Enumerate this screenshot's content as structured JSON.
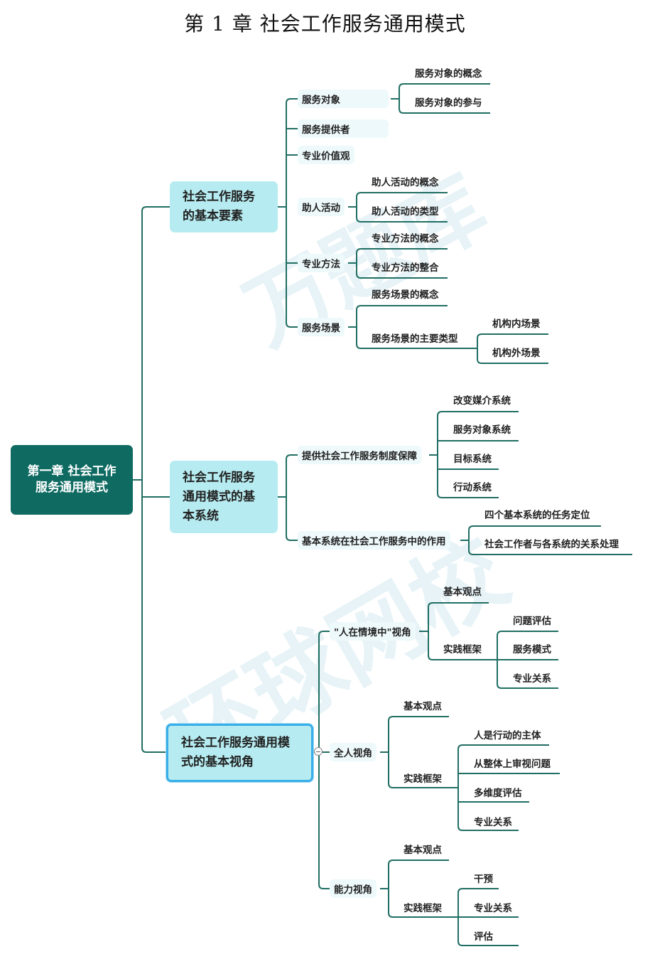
{
  "title": "第 1 章  社会工作服务通用模式",
  "watermarks": [
    "万题库",
    "环球网校"
  ],
  "root": "第一章 社会工作服务通用模式",
  "branches": [
    {
      "label": "社会工作服务的基本要素",
      "children": [
        {
          "label": "服务对象",
          "children": [
            "服务对象的概念",
            "服务对象的参与"
          ]
        },
        {
          "label": "服务提供者"
        },
        {
          "label": "专业价值观"
        },
        {
          "label": "助人活动",
          "children": [
            "助人活动的概念",
            "助人活动的类型"
          ]
        },
        {
          "label": "专业方法",
          "children": [
            "专业方法的概念",
            "专业方法的整合"
          ]
        },
        {
          "label": "服务场景",
          "children": [
            "服务场景的概念",
            "服务场景的主要类型"
          ],
          "sub": [
            "机构内场景",
            "机构外场景"
          ]
        }
      ]
    },
    {
      "label": "社会工作服务通用模式的基本系统",
      "children": [
        {
          "label": "提供社会工作服务制度保障",
          "children": [
            "改变媒介系统",
            "服务对象系统",
            "目标系统",
            "行动系统"
          ]
        },
        {
          "label": "基本系统在社会工作服务中的作用",
          "children": [
            "四个基本系统的任务定位",
            "社会工作者与各系统的关系处理"
          ]
        }
      ]
    },
    {
      "label": "社会工作服务通用模式的基本视角",
      "children": [
        {
          "label": "\"人在情境中\"视角",
          "children": [
            "基本观点",
            "实践框架"
          ],
          "sub": [
            "问题评估",
            "服务模式",
            "专业关系"
          ]
        },
        {
          "label": "全人视角",
          "children": [
            "基本观点",
            "实践框架"
          ],
          "sub": [
            "人是行动的主体",
            "从整体上审视问题",
            "多维度评估",
            "专业关系"
          ]
        },
        {
          "label": "能力视角",
          "children": [
            "基本观点",
            "实践框架"
          ],
          "sub": [
            "干预",
            "专业关系",
            "评估"
          ]
        }
      ]
    }
  ],
  "colors": {
    "line": "#1f6e63",
    "root": "#0f6b62",
    "main": "#b6ecf1",
    "selected_border": "#3aaee8"
  }
}
